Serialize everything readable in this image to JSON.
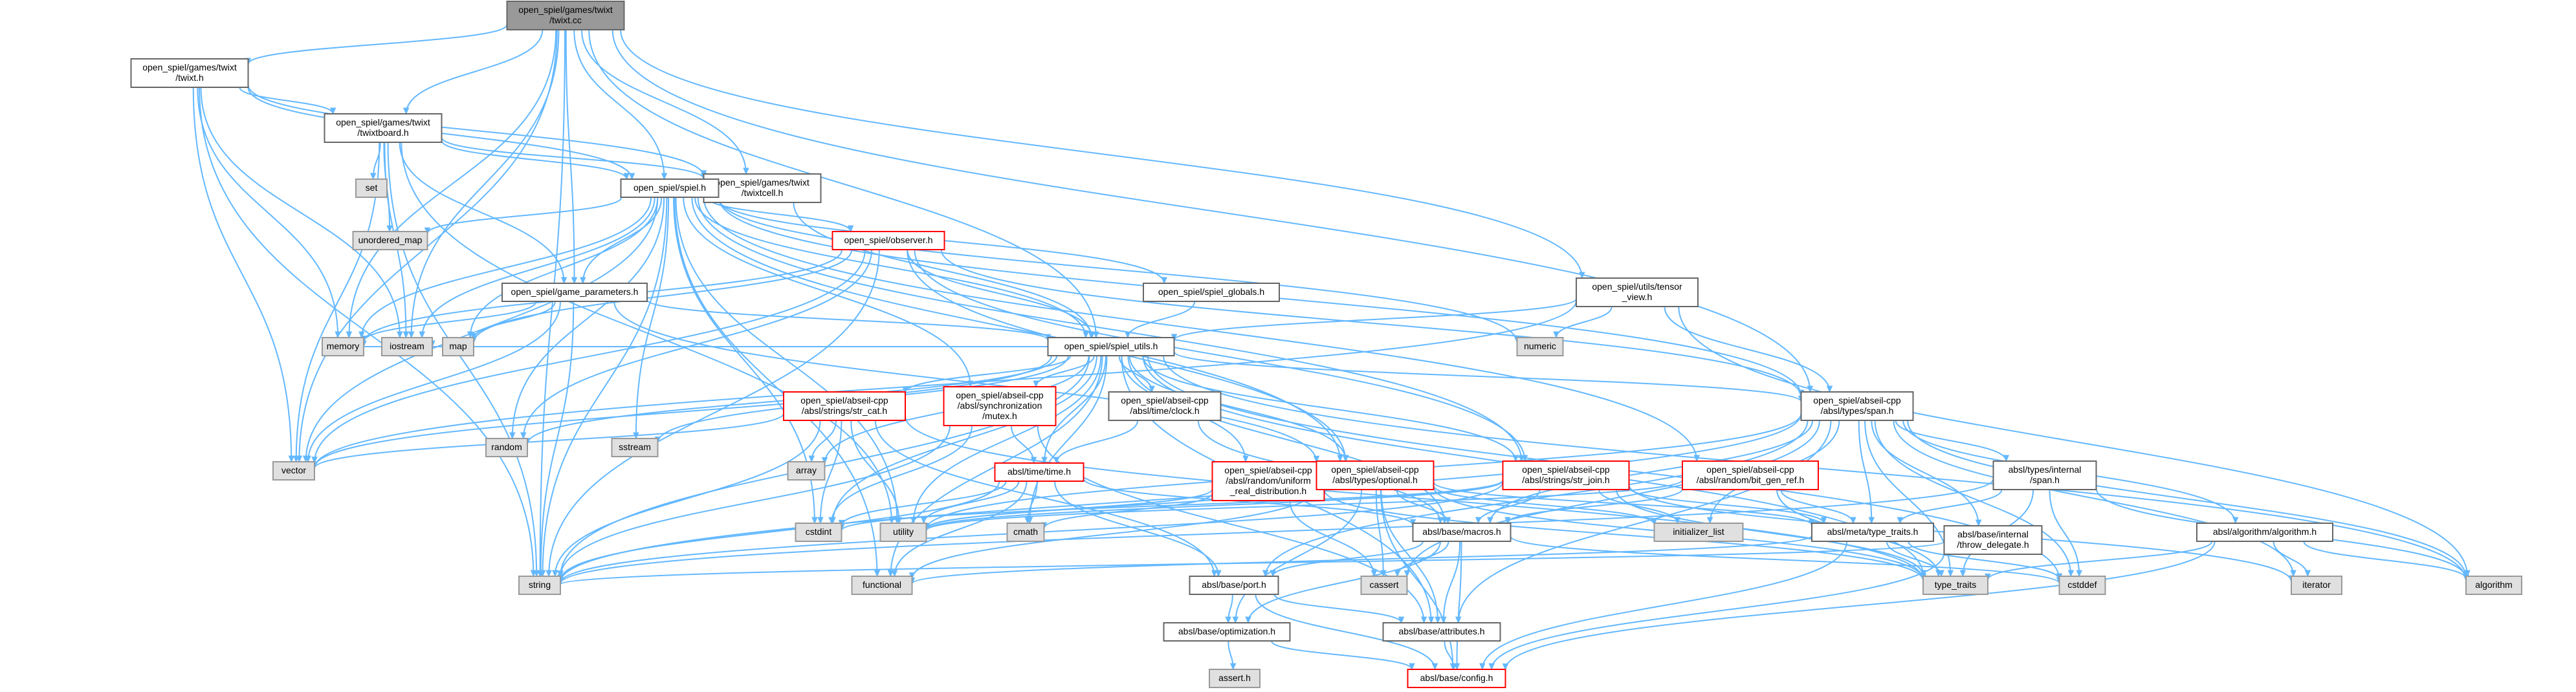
{
  "nodes": [
    {
      "id": "twixt_cc",
      "lines": [
        "open_spiel/games/twixt",
        "/twixt.cc"
      ],
      "kind": "root"
    },
    {
      "id": "twixt_h",
      "lines": [
        "open_spiel/games/twixt",
        "/twixt.h"
      ],
      "kind": "normal"
    },
    {
      "id": "twixtboard_h",
      "lines": [
        "open_spiel/games/twixt",
        "/twixtboard.h"
      ],
      "kind": "normal"
    },
    {
      "id": "twixtcell_h",
      "lines": [
        "open_spiel/games/twixt",
        "/twixtcell.h"
      ],
      "kind": "normal"
    },
    {
      "id": "set",
      "lines": [
        "set"
      ],
      "kind": "system"
    },
    {
      "id": "spiel_h",
      "lines": [
        "open_spiel/spiel.h"
      ],
      "kind": "normal"
    },
    {
      "id": "unordered_map",
      "lines": [
        "unordered_map"
      ],
      "kind": "system"
    },
    {
      "id": "observer_h",
      "lines": [
        "open_spiel/observer.h"
      ],
      "kind": "truncated"
    },
    {
      "id": "game_parameters_h",
      "lines": [
        "open_spiel/game_parameters.h"
      ],
      "kind": "normal"
    },
    {
      "id": "spiel_globals_h",
      "lines": [
        "open_spiel/spiel_globals.h"
      ],
      "kind": "normal"
    },
    {
      "id": "tensor_view_h",
      "lines": [
        "open_spiel/utils/tensor",
        "_view.h"
      ],
      "kind": "normal"
    },
    {
      "id": "numeric",
      "lines": [
        "numeric"
      ],
      "kind": "system"
    },
    {
      "id": "memory",
      "lines": [
        "memory"
      ],
      "kind": "system"
    },
    {
      "id": "iostream",
      "lines": [
        "iostream"
      ],
      "kind": "system"
    },
    {
      "id": "map",
      "lines": [
        "map"
      ],
      "kind": "system"
    },
    {
      "id": "spiel_utils_h",
      "lines": [
        "open_spiel/spiel_utils.h"
      ],
      "kind": "normal"
    },
    {
      "id": "span_h",
      "lines": [
        "open_spiel/abseil-cpp",
        "/absl/types/span.h"
      ],
      "kind": "normal"
    },
    {
      "id": "random",
      "lines": [
        "random"
      ],
      "kind": "system"
    },
    {
      "id": "sstream",
      "lines": [
        "sstream"
      ],
      "kind": "system"
    },
    {
      "id": "str_cat_h",
      "lines": [
        "open_spiel/abseil-cpp",
        "/absl/strings/str_cat.h"
      ],
      "kind": "truncated"
    },
    {
      "id": "mutex_h",
      "lines": [
        "open_spiel/abseil-cpp",
        "/absl/synchronization",
        "/mutex.h"
      ],
      "kind": "truncated"
    },
    {
      "id": "clock_h",
      "lines": [
        "open_spiel/abseil-cpp",
        "/absl/time/clock.h"
      ],
      "kind": "normal"
    },
    {
      "id": "time_h",
      "lines": [
        "absl/time/time.h"
      ],
      "kind": "truncated"
    },
    {
      "id": "uniform_real_h",
      "lines": [
        "open_spiel/abseil-cpp",
        "/absl/random/uniform",
        "_real_distribution.h"
      ],
      "kind": "truncated"
    },
    {
      "id": "optional_h",
      "lines": [
        "open_spiel/abseil-cpp",
        "/absl/types/optional.h"
      ],
      "kind": "truncated"
    },
    {
      "id": "str_join_h",
      "lines": [
        "open_spiel/abseil-cpp",
        "/absl/strings/str_join.h"
      ],
      "kind": "truncated"
    },
    {
      "id": "bit_gen_ref_h",
      "lines": [
        "open_spiel/abseil-cpp",
        "/absl/random/bit_gen_ref.h"
      ],
      "kind": "truncated"
    },
    {
      "id": "internal_span_h",
      "lines": [
        "absl/types/internal",
        "/span.h"
      ],
      "kind": "normal"
    },
    {
      "id": "vector",
      "lines": [
        "vector"
      ],
      "kind": "system"
    },
    {
      "id": "array",
      "lines": [
        "array"
      ],
      "kind": "system"
    },
    {
      "id": "cstdint",
      "lines": [
        "cstdint"
      ],
      "kind": "system"
    },
    {
      "id": "utility",
      "lines": [
        "utility"
      ],
      "kind": "system"
    },
    {
      "id": "cmath",
      "lines": [
        "cmath"
      ],
      "kind": "system"
    },
    {
      "id": "initializer_list",
      "lines": [
        "initializer_list"
      ],
      "kind": "system"
    },
    {
      "id": "macros_h",
      "lines": [
        "absl/base/macros.h"
      ],
      "kind": "normal"
    },
    {
      "id": "type_traits_h",
      "lines": [
        "absl/meta/type_traits.h"
      ],
      "kind": "normal"
    },
    {
      "id": "throw_delegate_h",
      "lines": [
        "absl/base/internal",
        "/throw_delegate.h"
      ],
      "kind": "normal"
    },
    {
      "id": "algorithm_h",
      "lines": [
        "absl/algorithm/algorithm.h"
      ],
      "kind": "normal"
    },
    {
      "id": "string",
      "lines": [
        "string"
      ],
      "kind": "system"
    },
    {
      "id": "functional",
      "lines": [
        "functional"
      ],
      "kind": "system"
    },
    {
      "id": "port_h",
      "lines": [
        "absl/base/port.h"
      ],
      "kind": "normal"
    },
    {
      "id": "cassert",
      "lines": [
        "cassert"
      ],
      "kind": "system"
    },
    {
      "id": "type_traits",
      "lines": [
        "type_traits"
      ],
      "kind": "system"
    },
    {
      "id": "cstddef",
      "lines": [
        "cstddef"
      ],
      "kind": "system"
    },
    {
      "id": "iterator",
      "lines": [
        "iterator"
      ],
      "kind": "system"
    },
    {
      "id": "algorithm",
      "lines": [
        "algorithm"
      ],
      "kind": "system"
    },
    {
      "id": "optimization_h",
      "lines": [
        "absl/base/optimization.h"
      ],
      "kind": "normal"
    },
    {
      "id": "attributes_h",
      "lines": [
        "absl/base/attributes.h"
      ],
      "kind": "normal"
    },
    {
      "id": "assert_h",
      "lines": [
        "assert.h"
      ],
      "kind": "system"
    },
    {
      "id": "config_h",
      "lines": [
        "absl/base/config.h"
      ],
      "kind": "truncated"
    }
  ],
  "edges": [
    [
      "twixt_cc",
      "twixt_h"
    ],
    [
      "twixt_cc",
      "twixtboard_h"
    ],
    [
      "twixt_cc",
      "twixtcell_h"
    ],
    [
      "twixt_cc",
      "spiel_h"
    ],
    [
      "twixt_cc",
      "spiel_utils_h"
    ],
    [
      "twixt_cc",
      "tensor_view_h"
    ],
    [
      "twixt_cc",
      "span_h"
    ],
    [
      "twixt_cc",
      "memory"
    ],
    [
      "twixt_cc",
      "iostream"
    ],
    [
      "twixt_cc",
      "vector"
    ],
    [
      "twixt_cc",
      "string"
    ],
    [
      "twixt_cc",
      "game_parameters_h"
    ],
    [
      "twixt_h",
      "twixtboard_h"
    ],
    [
      "twixt_h",
      "twixtcell_h"
    ],
    [
      "twixt_h",
      "spiel_h"
    ],
    [
      "twixt_h",
      "memory"
    ],
    [
      "twixt_h",
      "iostream"
    ],
    [
      "twixt_h",
      "vector"
    ],
    [
      "twixt_h",
      "string"
    ],
    [
      "twixtboard_h",
      "twixtcell_h"
    ],
    [
      "twixtboard_h",
      "spiel_h"
    ],
    [
      "twixtboard_h",
      "set"
    ],
    [
      "twixtboard_h",
      "unordered_map"
    ],
    [
      "twixtboard_h",
      "iostream"
    ],
    [
      "twixtboard_h",
      "vector"
    ],
    [
      "twixtboard_h",
      "string"
    ],
    [
      "twixtboard_h",
      "utility"
    ],
    [
      "twixtboard_h",
      "game_parameters_h"
    ],
    [
      "twixtcell_h",
      "spiel_utils_h"
    ],
    [
      "spiel_h",
      "unordered_map"
    ],
    [
      "spiel_h",
      "observer_h"
    ],
    [
      "spiel_h",
      "game_parameters_h"
    ],
    [
      "spiel_h",
      "spiel_globals_h"
    ],
    [
      "spiel_h",
      "spiel_utils_h"
    ],
    [
      "spiel_h",
      "span_h"
    ],
    [
      "spiel_h",
      "mutex_h"
    ],
    [
      "spiel_h",
      "optional_h"
    ],
    [
      "spiel_h",
      "str_join_h"
    ],
    [
      "spiel_h",
      "bit_gen_ref_h"
    ],
    [
      "spiel_h",
      "memory"
    ],
    [
      "spiel_h",
      "iostream"
    ],
    [
      "spiel_h",
      "map"
    ],
    [
      "spiel_h",
      "numeric"
    ],
    [
      "spiel_h",
      "random"
    ],
    [
      "spiel_h",
      "sstream"
    ],
    [
      "spiel_h",
      "vector"
    ],
    [
      "spiel_h",
      "string"
    ],
    [
      "spiel_h",
      "functional"
    ],
    [
      "spiel_h",
      "utility"
    ],
    [
      "spiel_h",
      "cstdint"
    ],
    [
      "observer_h",
      "spiel_utils_h"
    ],
    [
      "observer_h",
      "span_h"
    ],
    [
      "observer_h",
      "optional_h"
    ],
    [
      "observer_h",
      "str_join_h"
    ],
    [
      "observer_h",
      "memory"
    ],
    [
      "observer_h",
      "map"
    ],
    [
      "observer_h",
      "random"
    ],
    [
      "observer_h",
      "vector"
    ],
    [
      "observer_h",
      "string"
    ],
    [
      "game_parameters_h",
      "spiel_utils_h"
    ],
    [
      "game_parameters_h",
      "memory"
    ],
    [
      "game_parameters_h",
      "map"
    ],
    [
      "game_parameters_h",
      "string"
    ],
    [
      "game_parameters_h",
      "vector"
    ],
    [
      "game_parameters_h",
      "optional_h"
    ],
    [
      "spiel_globals_h",
      "spiel_utils_h"
    ],
    [
      "tensor_view_h",
      "spiel_utils_h"
    ],
    [
      "tensor_view_h",
      "span_h"
    ],
    [
      "tensor_view_h",
      "numeric"
    ],
    [
      "tensor_view_h",
      "vector"
    ],
    [
      "tensor_view_h",
      "algorithm"
    ],
    [
      "spiel_utils_h",
      "span_h"
    ],
    [
      "spiel_utils_h",
      "random"
    ],
    [
      "spiel_utils_h",
      "sstream"
    ],
    [
      "spiel_utils_h",
      "str_cat_h"
    ],
    [
      "spiel_utils_h",
      "mutex_h"
    ],
    [
      "spiel_utils_h",
      "clock_h"
    ],
    [
      "spiel_utils_h",
      "time_h"
    ],
    [
      "spiel_utils_h",
      "uniform_real_h"
    ],
    [
      "spiel_utils_h",
      "optional_h"
    ],
    [
      "spiel_utils_h",
      "str_join_h"
    ],
    [
      "spiel_utils_h",
      "vector"
    ],
    [
      "spiel_utils_h",
      "array"
    ],
    [
      "spiel_utils_h",
      "cstdint"
    ],
    [
      "spiel_utils_h",
      "utility"
    ],
    [
      "spiel_utils_h",
      "cmath"
    ],
    [
      "spiel_utils_h",
      "string"
    ],
    [
      "spiel_utils_h",
      "functional"
    ],
    [
      "spiel_utils_h",
      "type_traits"
    ],
    [
      "spiel_utils_h",
      "cstddef"
    ],
    [
      "spiel_utils_h",
      "algorithm"
    ],
    [
      "spiel_utils_h",
      "macros_h"
    ],
    [
      "spiel_utils_h",
      "attributes_h"
    ],
    [
      "spiel_utils_h",
      "memory"
    ],
    [
      "spiel_utils_h",
      "iostream"
    ],
    [
      "span_h",
      "internal_span_h"
    ],
    [
      "span_h",
      "algorithm_h"
    ],
    [
      "span_h",
      "throw_delegate_h"
    ],
    [
      "span_h",
      "macros_h"
    ],
    [
      "span_h",
      "type_traits_h"
    ],
    [
      "span_h",
      "initializer_list"
    ],
    [
      "span_h",
      "port_h"
    ],
    [
      "span_h",
      "cassert"
    ],
    [
      "span_h",
      "type_traits"
    ],
    [
      "span_h",
      "cstddef"
    ],
    [
      "span_h",
      "iterator"
    ],
    [
      "span_h",
      "algorithm"
    ],
    [
      "span_h",
      "string"
    ],
    [
      "span_h",
      "attributes_h"
    ],
    [
      "span_h",
      "utility"
    ],
    [
      "str_cat_h",
      "vector"
    ],
    [
      "str_cat_h",
      "array"
    ],
    [
      "str_cat_h",
      "cstdint"
    ],
    [
      "str_cat_h",
      "string"
    ],
    [
      "str_cat_h",
      "utility"
    ],
    [
      "str_cat_h",
      "type_traits"
    ],
    [
      "str_cat_h",
      "port_h"
    ],
    [
      "mutex_h",
      "time_h"
    ],
    [
      "mutex_h",
      "cstdint"
    ],
    [
      "mutex_h",
      "string"
    ],
    [
      "mutex_h",
      "attributes_h"
    ],
    [
      "clock_h",
      "time_h"
    ],
    [
      "clock_h",
      "macros_h"
    ],
    [
      "time_h",
      "cstdint"
    ],
    [
      "time_h",
      "utility"
    ],
    [
      "time_h",
      "cmath"
    ],
    [
      "time_h",
      "string"
    ],
    [
      "time_h",
      "macros_h"
    ],
    [
      "time_h",
      "port_h"
    ],
    [
      "time_h",
      "functional"
    ],
    [
      "uniform_real_h",
      "cmath"
    ],
    [
      "uniform_real_h",
      "cassert"
    ],
    [
      "uniform_real_h",
      "type_traits"
    ],
    [
      "uniform_real_h",
      "utility"
    ],
    [
      "optional_h",
      "utility"
    ],
    [
      "optional_h",
      "functional"
    ],
    [
      "optional_h",
      "initializer_list"
    ],
    [
      "optional_h",
      "type_traits"
    ],
    [
      "optional_h",
      "macros_h"
    ],
    [
      "optional_h",
      "type_traits_h"
    ],
    [
      "optional_h",
      "attributes_h"
    ],
    [
      "optional_h",
      "optimization_h"
    ],
    [
      "optional_h",
      "config_h"
    ],
    [
      "optional_h",
      "cassert"
    ],
    [
      "str_join_h",
      "string"
    ],
    [
      "str_join_h",
      "utility"
    ],
    [
      "str_join_h",
      "initializer_list"
    ],
    [
      "str_join_h",
      "iterator"
    ],
    [
      "str_join_h",
      "type_traits"
    ],
    [
      "str_join_h",
      "macros_h"
    ],
    [
      "str_join_h",
      "type_traits_h"
    ],
    [
      "str_join_h",
      "cstdint"
    ],
    [
      "bit_gen_ref_h",
      "type_traits"
    ],
    [
      "bit_gen_ref_h",
      "macros_h"
    ],
    [
      "bit_gen_ref_h",
      "type_traits_h"
    ],
    [
      "bit_gen_ref_h",
      "utility"
    ],
    [
      "internal_span_h",
      "algorithm"
    ],
    [
      "internal_span_h",
      "cstddef"
    ],
    [
      "internal_span_h",
      "string"
    ],
    [
      "internal_span_h",
      "type_traits"
    ],
    [
      "internal_span_h",
      "type_traits_h"
    ],
    [
      "algorithm_h",
      "algorithm"
    ],
    [
      "algorithm_h",
      "iterator"
    ],
    [
      "algorithm_h",
      "type_traits"
    ],
    [
      "algorithm_h",
      "config_h"
    ],
    [
      "throw_delegate_h",
      "string"
    ],
    [
      "throw_delegate_h",
      "config_h"
    ],
    [
      "macros_h",
      "cassert"
    ],
    [
      "macros_h",
      "cstddef"
    ],
    [
      "macros_h",
      "attributes_h"
    ],
    [
      "macros_h",
      "config_h"
    ],
    [
      "macros_h",
      "optimization_h"
    ],
    [
      "macros_h",
      "port_h"
    ],
    [
      "type_traits_h",
      "cstddef"
    ],
    [
      "type_traits_h",
      "functional"
    ],
    [
      "type_traits_h",
      "type_traits"
    ],
    [
      "type_traits_h",
      "config_h"
    ],
    [
      "port_h",
      "attributes_h"
    ],
    [
      "port_h",
      "config_h"
    ],
    [
      "port_h",
      "optimization_h"
    ],
    [
      "optimization_h",
      "assert_h"
    ],
    [
      "optimization_h",
      "config_h"
    ],
    [
      "attributes_h",
      "config_h"
    ]
  ],
  "colors": {
    "edge": "#63b8ff",
    "root_fill": "#999999",
    "node_fill": "#ffffff",
    "system_fill": "#e0e0e0",
    "system_stroke": "#999999",
    "node_stroke": "#666666",
    "truncated_stroke": "#ff0000",
    "text": "#000000"
  }
}
